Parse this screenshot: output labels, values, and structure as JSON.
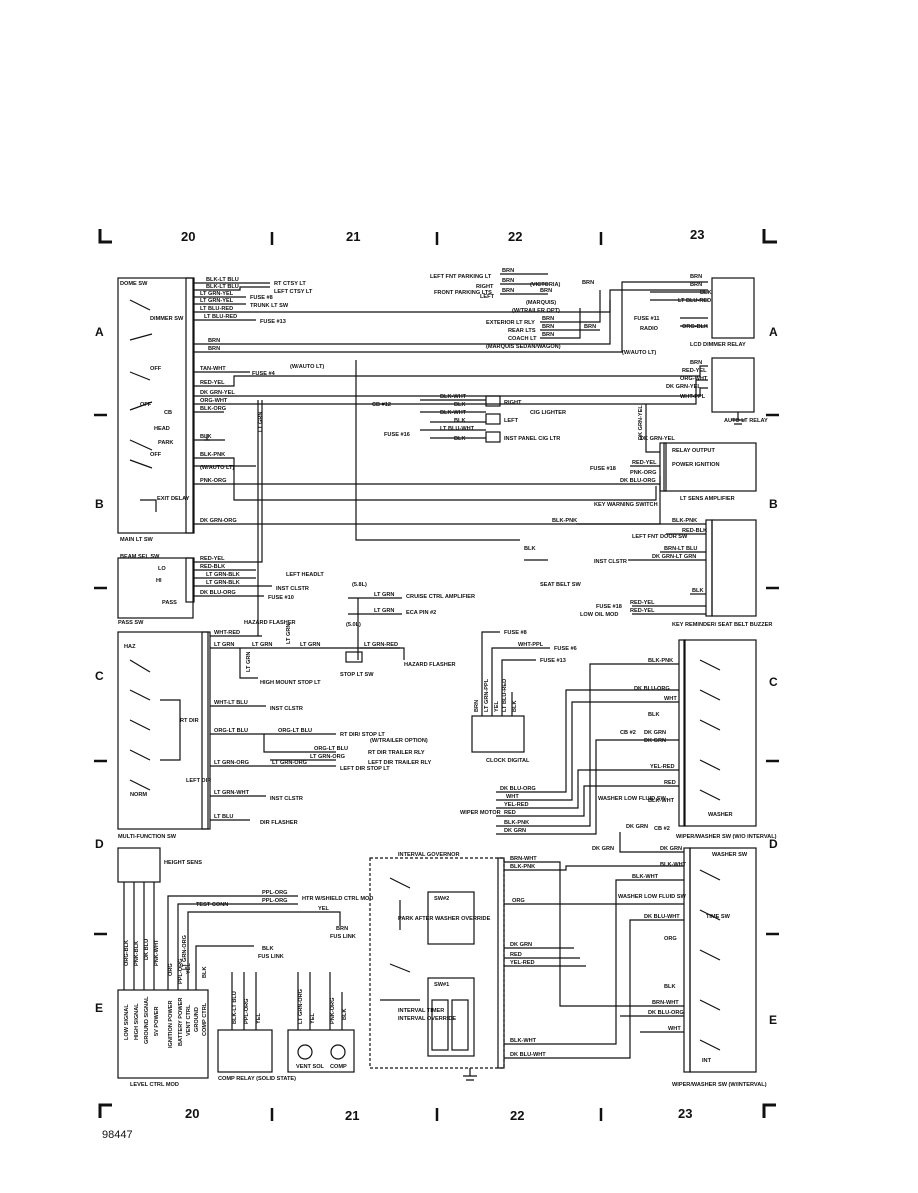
{
  "columns": [
    "20",
    "21",
    "22",
    "23"
  ],
  "rows": [
    "A",
    "B",
    "C",
    "D",
    "E"
  ],
  "doc_number": "98447",
  "components": {
    "main_lt_sw": "MAIN LT SW",
    "dome_sw": "DOME SW",
    "dimmer_sw": "DIMMER SW",
    "off": "OFF",
    "cb": "CB",
    "head": "HEAD",
    "park": "PARK",
    "exit_delay": "EXIT DELAY",
    "beam_sel_sw": "BEAM SEL SW",
    "lo": "LO",
    "hi": "HI",
    "pass": "PASS",
    "pass_sw": "PASS SW",
    "haz": "HAZ",
    "rt_dir": "RT DIR",
    "left_dir": "LEFT DIR",
    "norm": "NORM",
    "multi_function_sw": "MULTI-FUNCTION SW",
    "height_sens": "HEIGHT SENS",
    "level_ctrl_mod": "LEVEL CTRL MOD",
    "comp_relay": "COMP RELAY (SOLID STATE)",
    "vent_sol": "VENT SOL",
    "comp": "COMP",
    "lcd_dimmer_relay": "LCD DIMMER RELAY",
    "auto_lt_relay": "AUTO LT RELAY",
    "relay_output": "RELAY OUTPUT",
    "power_ignition": "POWER IGNITION",
    "lt_sens_amplifier": "LT SENS AMPLIFIER",
    "key_warning_switch": "KEY WARNING SWITCH",
    "seat_belt_sw": "SEAT BELT SW",
    "key_reminder": "KEY REMINDER/ SEAT BELT BUZZER",
    "clock_digital": "CLOCK DIGITAL",
    "wiper_motor": "WIPER MOTOR",
    "interval_governor": "INTERVAL GOVERNOR",
    "sw2": "SW#2",
    "sw1": "SW#1",
    "park_after_washer_override": "PARK AFTER WASHER OVERRIDE",
    "interval_timer": "INTERVAL TIMER",
    "interval_override": "INTERVAL OVERRIDE",
    "washer": "WASHER",
    "washer_low_fluid_sw": "WASHER LOW FLUID SW",
    "washer_sw": "WASHER SW",
    "wiper_washer_sw_no_interval": "WIPER/WASHER SW (W/O INTERVAL)",
    "time_sw": "TIME SW",
    "int": "INT",
    "wiper_washer_sw_interval": "WIPER/WASHER SW (W/INTERVAL)",
    "stop_lt_sw": "STOP LT SW",
    "hazard_flasher": "HAZARD FLASHER",
    "high_mount_stop_lt": "HIGH MOUNT STOP LT",
    "dir_flasher": "DIR FLASHER"
  },
  "destinations": {
    "rt_ctsy_lt": "RT CTSY LT",
    "left_ctsy_lt": "LEFT CTSY LT",
    "fuse_8": "FUSE #8",
    "trunk_lt_sw": "TRUNK LT SW",
    "fuse_13": "FUSE #13",
    "fuse_4": "FUSE #4",
    "w_auto_lt": "(W/AUTO LT)",
    "left_headlt": "LEFT HEADLT",
    "inst_clstr": "INST CLSTR",
    "fuse_10": "FUSE #10",
    "hazard_flasher": "HAZARD FLASHER",
    "cruise_ctrl_amplifier": "CRUISE CTRL AMPLIFIER",
    "eca_pin2": "ECA PIN #2",
    "v58l": "(5.8L)",
    "v50l": "(5.0L)",
    "rt_dir_stop_lt": "RT DIR/ STOP LT",
    "w_trailer_option": "(W/TRAILER OPTION)",
    "rt_dir_trailer_rly": "RT DIR TRAILER RLY",
    "left_dir_trailer_rly": "LEFT DIR TRAILER RLY",
    "left_dir_stop_lt": "LEFT DIR STOP LT",
    "test_conn": "TEST CONN",
    "htr_w_shield": "HTR W/SHIELD CTRL MOD",
    "fus_link": "FUS LINK",
    "left_fnt_parking_lt": "LEFT FNT PARKING LT",
    "front_parking_lts": "FRONT PARKING LTS",
    "right": "RIGHT",
    "left": "LEFT",
    "victoria": "(VICTORIA)",
    "marquis": "(MARQUIS)",
    "w_trailer_opt": "(W/TRAILER OPT)",
    "exterior_lt_rly": "EXTERIOR LT RLY",
    "rear_lts": "REAR LTS",
    "coach_lt": "COACH LT",
    "marquis_sedan_wagon": "(MARQUIS SEDAN/WAGON)",
    "fuse_11": "FUSE #11",
    "radio": "RADIO",
    "cb12": "CB #12",
    "cig_lighter": "CIG LIGHTER",
    "fuse_16": "FUSE #16",
    "inst_panel_cig_ltr": "INST PANEL CIG LTR",
    "fuse_18": "FUSE #18",
    "left_fnt_door_sw": "LEFT FNT DOOR SW",
    "low_oil_mod": "LOW OIL MOD",
    "fuse_6": "FUSE #6",
    "cb2": "CB #2"
  },
  "wires": {
    "blk_lt_blu": "BLK-LT BLU",
    "lt_grn_yel": "LT GRN-YEL",
    "lt_blu_red": "LT BLU-RED",
    "brn": "BRN",
    "tan_wht": "TAN-WHT",
    "red_yel": "RED-YEL",
    "dk_grn_yel": "DK GRN-YEL",
    "org_wht": "ORG-WHT",
    "blk_org": "BLK-ORG",
    "blk": "BLK",
    "blk_pnk": "BLK-PNK",
    "pnk_org": "PNK-ORG",
    "dk_grn_org": "DK GRN-ORG",
    "red_blk": "RED-BLK",
    "lt_grn_blk": "LT GRN-BLK",
    "dk_blu_org": "DK BLU-ORG",
    "wht_red": "WHT-RED",
    "lt_grn": "LT GRN",
    "lt_grn_red": "LT GRN-RED",
    "wht_lt_blu": "WHT-LT BLU",
    "org_lt_blu": "ORG-LT BLU",
    "lt_grn_org": "LT GRN-ORG",
    "lt_grn_wht": "LT GRN-WHT",
    "lt_blu": "LT BLU",
    "ppl_org": "PPL-ORG",
    "yel": "YEL",
    "lt_blu_yel": "LT BLU-YEL",
    "pnk_org2": "PNK-ORG",
    "blk_wht": "BLK-WHT",
    "lt_blu_wht": "LT BLU-WHT",
    "red_yel_lcd": "RED-YEL",
    "wht_ppl": "WHT-PPL",
    "dk_grn_lt_grn": "DK GRN-LT GRN",
    "brn_lt_blu": "BRN-LT BLU",
    "red_blk2": "RED-BLK",
    "wht": "WHT",
    "dk_grn": "DK GRN",
    "yel_red": "YEL-RED",
    "red": "RED",
    "brn_wht": "BRN-WHT",
    "dk_blu_wht": "DK BLU-WHT",
    "org": "ORG",
    "lt_grn_ppl": "LT GRN-PPL",
    "dk_grn_yel2": "DK GRN-YEL"
  },
  "pins": {
    "low_signal": "LOW SIGNAL",
    "high_signal": "HIGH SIGNAL",
    "ground_signal": "GROUND SIGNAL",
    "5v_power": "5V POWER",
    "ignition_power": "IGNITION POWER",
    "battery_power": "BATTERY POWER",
    "vent_ctrl": "VENT CTRL",
    "ground": "GROUND",
    "comp_ctrl": "COMP CTRL",
    "org_blk": "ORG-BLK",
    "pnk_blk": "PNK-BLK",
    "dk_blu": "DK BLU",
    "pnk_wht": "PNK-WHT"
  }
}
